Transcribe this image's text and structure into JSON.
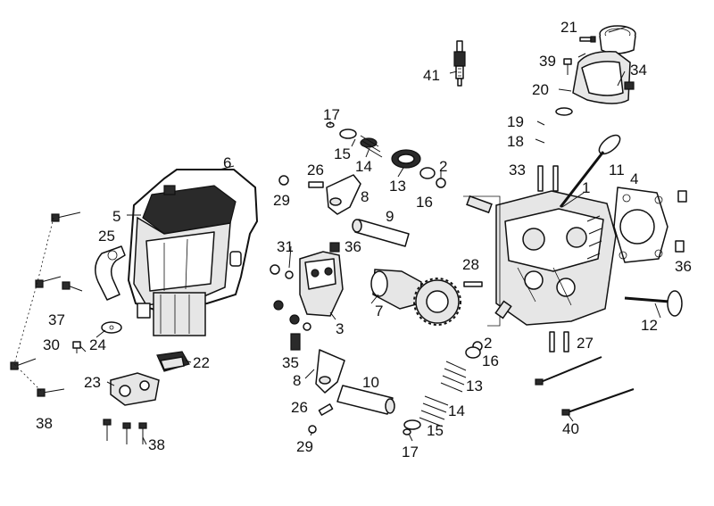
{
  "callouts": [
    {
      "id": "c21a",
      "text": "21"
    },
    {
      "id": "c39",
      "text": "39"
    },
    {
      "id": "c34",
      "text": "34"
    },
    {
      "id": "c20",
      "text": "20"
    },
    {
      "id": "c41",
      "text": "41"
    },
    {
      "id": "c17a",
      "text": "17"
    },
    {
      "id": "c15a",
      "text": "15"
    },
    {
      "id": "c14a",
      "text": "14"
    },
    {
      "id": "c13a",
      "text": "13"
    },
    {
      "id": "c2a",
      "text": "2"
    },
    {
      "id": "c16a",
      "text": "16"
    },
    {
      "id": "c19",
      "text": "19"
    },
    {
      "id": "c18",
      "text": "18"
    },
    {
      "id": "c33",
      "text": "33"
    },
    {
      "id": "c11",
      "text": "11"
    },
    {
      "id": "c1",
      "text": "1"
    },
    {
      "id": "c4",
      "text": "4"
    },
    {
      "id": "c6",
      "text": "6"
    },
    {
      "id": "c26a",
      "text": "26"
    },
    {
      "id": "c29a",
      "text": "29"
    },
    {
      "id": "c8a",
      "text": "8"
    },
    {
      "id": "c9",
      "text": "9"
    },
    {
      "id": "c5",
      "text": "5"
    },
    {
      "id": "c25",
      "text": "25"
    },
    {
      "id": "c31",
      "text": "31"
    },
    {
      "id": "c36a",
      "text": "36"
    },
    {
      "id": "c28",
      "text": "28"
    },
    {
      "id": "c36b",
      "text": "36"
    },
    {
      "id": "c37",
      "text": "37"
    },
    {
      "id": "c7",
      "text": "7"
    },
    {
      "id": "c3",
      "text": "3"
    },
    {
      "id": "c12",
      "text": "12"
    },
    {
      "id": "c30",
      "text": "30"
    },
    {
      "id": "c24",
      "text": "24"
    },
    {
      "id": "c35",
      "text": "35"
    },
    {
      "id": "c2b",
      "text": "2"
    },
    {
      "id": "c16b",
      "text": "16"
    },
    {
      "id": "c27",
      "text": "27"
    },
    {
      "id": "c22",
      "text": "22"
    },
    {
      "id": "c8b",
      "text": "8"
    },
    {
      "id": "c10",
      "text": "10"
    },
    {
      "id": "c13b",
      "text": "13"
    },
    {
      "id": "c23",
      "text": "23"
    },
    {
      "id": "c26b",
      "text": "26"
    },
    {
      "id": "c14b",
      "text": "14"
    },
    {
      "id": "c38a",
      "text": "38"
    },
    {
      "id": "c15b",
      "text": "15"
    },
    {
      "id": "c40",
      "text": "40"
    },
    {
      "id": "c38b",
      "text": "38"
    },
    {
      "id": "c29b",
      "text": "29"
    },
    {
      "id": "c17b",
      "text": "17"
    }
  ]
}
